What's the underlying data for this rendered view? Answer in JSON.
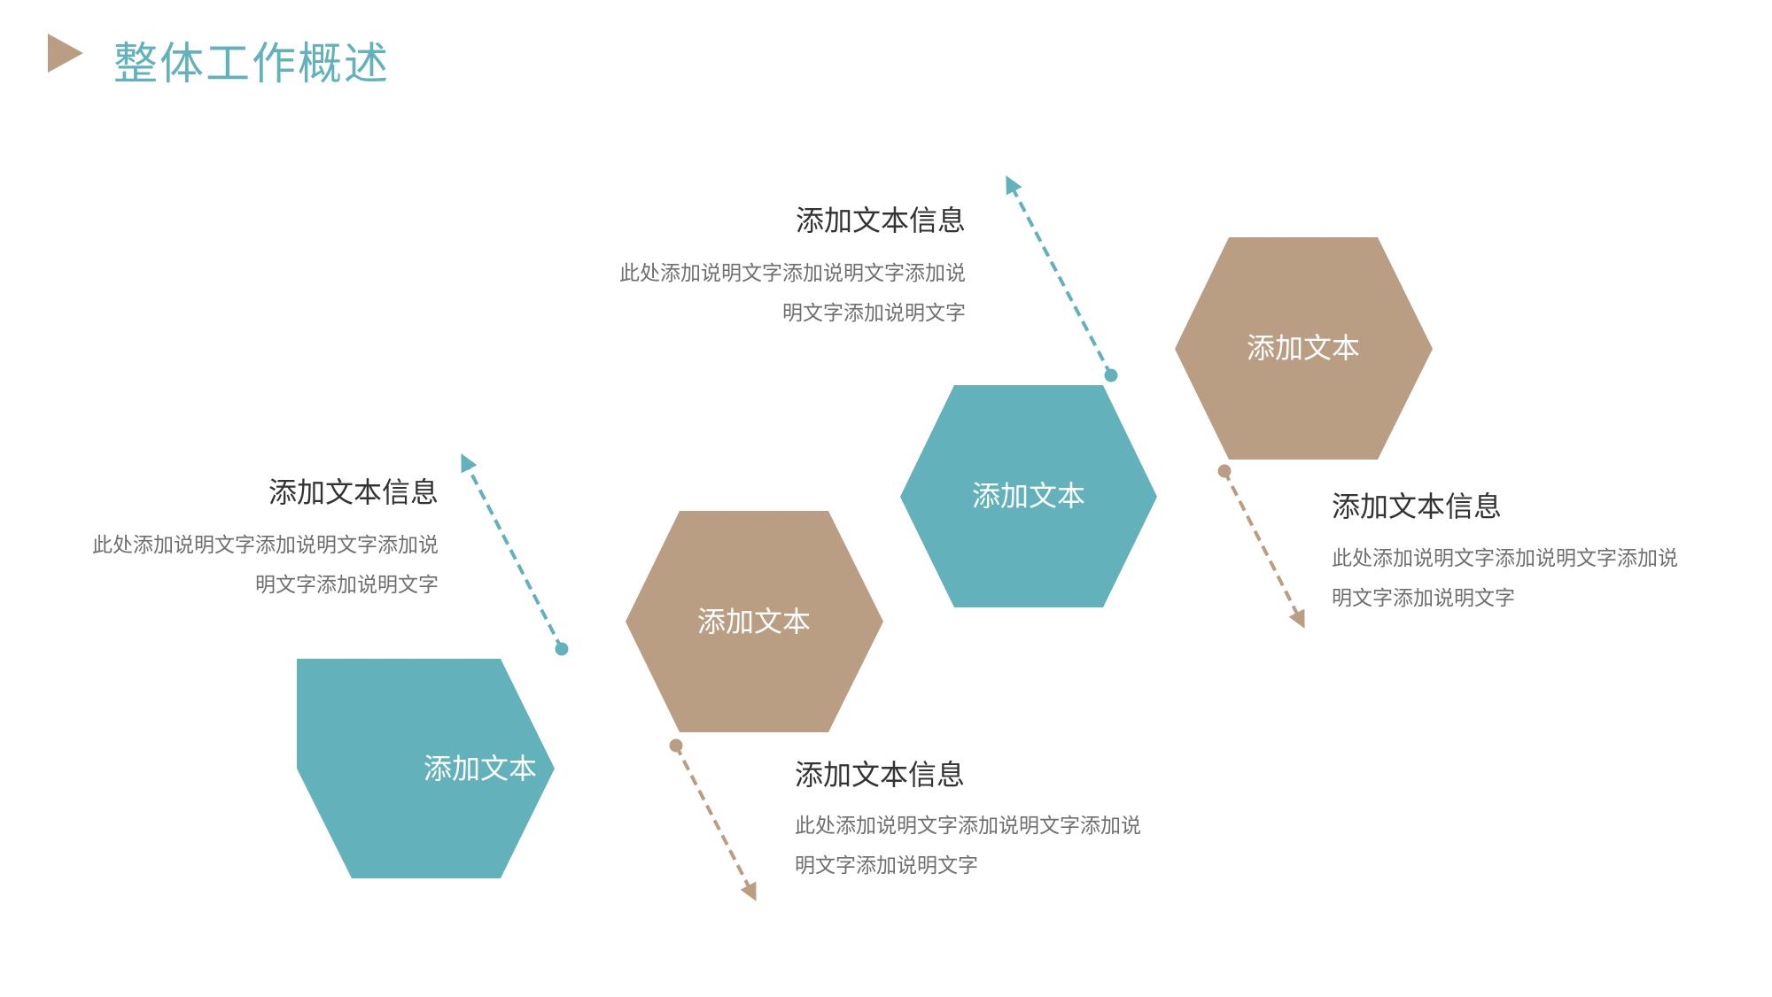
{
  "page_title": "整体工作概述",
  "colors": {
    "teal": "#63b1bb",
    "tan": "#b99e84",
    "title_text": "#333333",
    "body_text": "#6f6f6f"
  },
  "steps": [
    {
      "label": "添加文本",
      "color": "teal",
      "info_title": "添加文本信息",
      "info_lines": [
        "此处添加说明文字添加说明文字添加说",
        "明文字添加说明文字"
      ]
    },
    {
      "label": "添加文本",
      "color": "tan",
      "info_title": "添加文本信息",
      "info_lines": [
        "此处添加说明文字添加说明文字添加说",
        "明文字添加说明文字"
      ]
    },
    {
      "label": "添加文本",
      "color": "teal",
      "info_title": "添加文本信息",
      "info_lines": [
        "此处添加说明文字添加说明文字添加说",
        "明文字添加说明文字"
      ]
    },
    {
      "label": "添加文本",
      "color": "tan",
      "info_title": "添加文本信息",
      "info_lines": [
        "此处添加说明文字添加说明文字添加说",
        "明文字添加说明文字"
      ]
    }
  ]
}
